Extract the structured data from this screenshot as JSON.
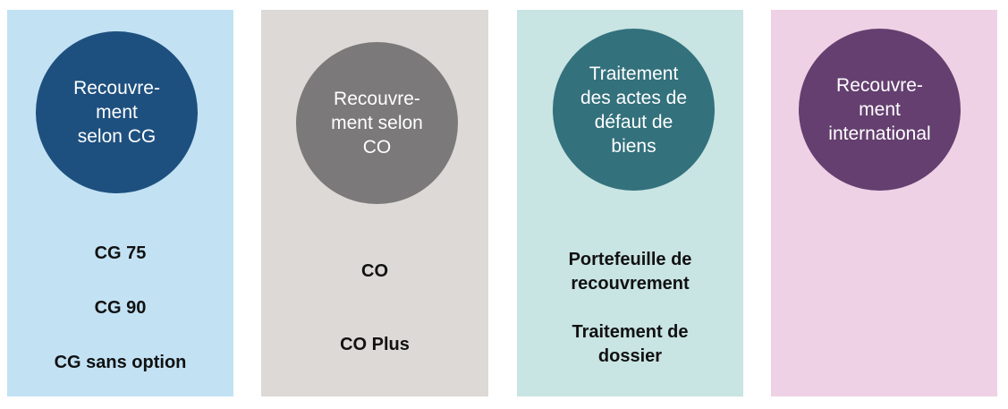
{
  "columns": [
    {
      "id": "cg",
      "background": "#c2e2f4",
      "circle_color": "#1e507f",
      "title": "Recouvre-\nment\nselon CG",
      "items": [
        "CG 75",
        "CG 90",
        "CG sans option"
      ]
    },
    {
      "id": "co",
      "background": "#dcd9d6",
      "circle_color": "#7b7979",
      "title": "Recouvre-\nment selon\nCO",
      "items": [
        "CO",
        "CO Plus"
      ]
    },
    {
      "id": "adb",
      "background": "#c8e4e3",
      "circle_color": "#33717c",
      "title": "Traitement\ndes actes de\ndéfaut de\nbiens",
      "items": [
        "Portefeuille de\nrecouvrement",
        "Traitement de\ndossier"
      ]
    },
    {
      "id": "intl",
      "background": "#eed1e5",
      "circle_color": "#643f6f",
      "title": "Recouvre-\nment\ninternational",
      "items": []
    }
  ]
}
